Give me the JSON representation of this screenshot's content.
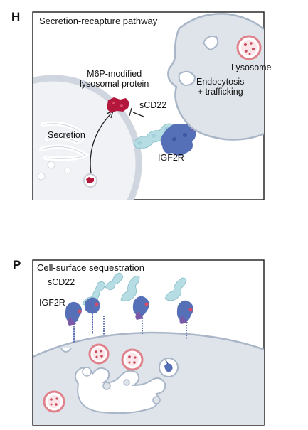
{
  "panels": [
    {
      "letter": "H",
      "title": "Secretion-recapture pathway",
      "labels": {
        "lysosome": "Lysosome",
        "endocytosis_line1": "Endocytosis",
        "endocytosis_line2": "+ trafficking",
        "m6p_line1": "M6P-modified",
        "m6p_line2": "lysosomal protein",
        "scd22": "sCD22",
        "secretion": "Secretion",
        "igf2r": "IGF2R"
      }
    },
    {
      "letter": "P",
      "title": "Cell-surface sequestration",
      "labels": {
        "scd22": "sCD22",
        "igf2r": "IGF2R"
      }
    }
  ],
  "colors": {
    "border": "#1a1a1a",
    "cell_fill": "#dfe3ea",
    "cell_stroke": "#a9b6c8",
    "vesicle_fill": "#ffffff",
    "lysosome_ring": "#e0828c",
    "m6p_protein": "#b3183c",
    "scd22": "#b6dde3",
    "igf2r": "#5670b8",
    "igf2r_tail": "#3c4fa0",
    "igf2r_accent": "#7a5aa8"
  }
}
